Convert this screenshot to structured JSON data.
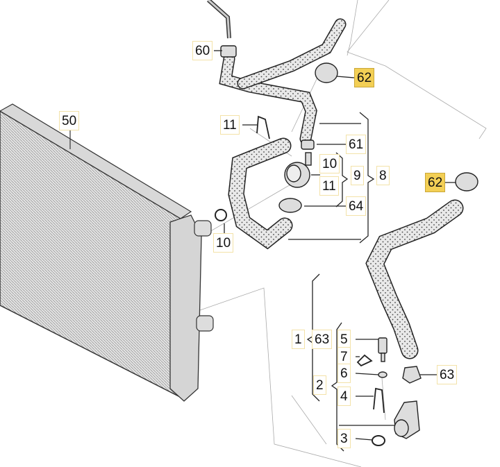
{
  "diagram": {
    "labels": {
      "p60": "60",
      "p62a": "62",
      "p50": "50",
      "p11a": "11",
      "p61": "61",
      "p10a": "10",
      "p11b": "11",
      "p9": "9",
      "p8": "8",
      "p62b": "62",
      "p64": "64",
      "p10b": "10",
      "p1": "1",
      "p63a": "63",
      "p5": "5",
      "p7": "7",
      "p6": "6",
      "p2": "2",
      "p4": "4",
      "p3": "3",
      "p63b": "63"
    },
    "highlight_color": "#f3cf55"
  }
}
